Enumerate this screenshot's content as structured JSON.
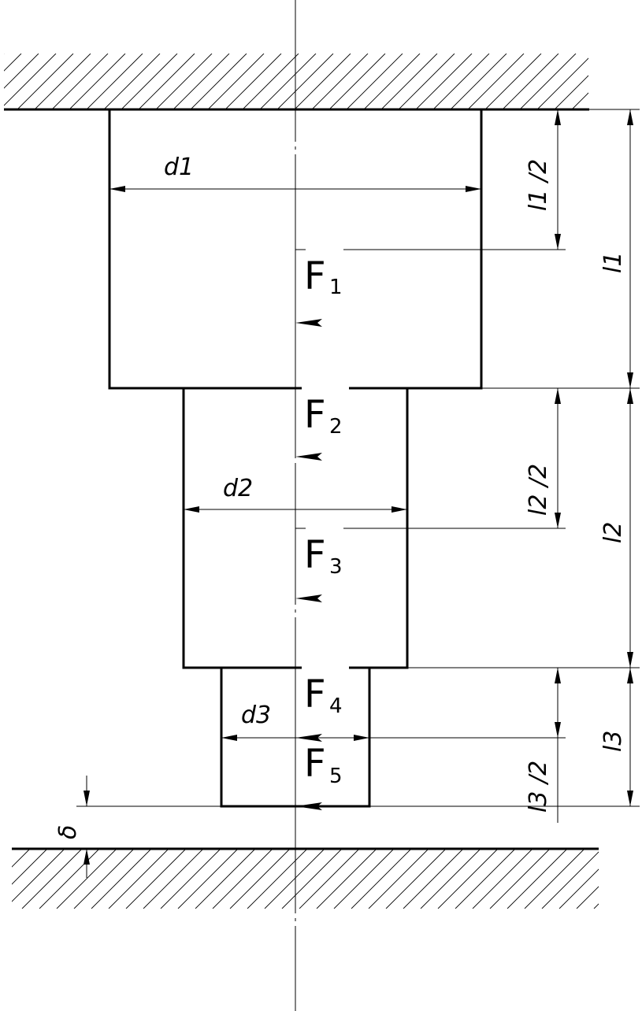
{
  "dimensions": {
    "d1": "d1",
    "d2": "d2",
    "d3": "d3",
    "l1_half": "l1 /2",
    "l1": "l1",
    "l2_half": "l2 /2",
    "l2": "l2",
    "l3_half": "l3 /2",
    "l3": "l3",
    "gap": "δ"
  },
  "forces": [
    {
      "letter": "F",
      "sub": "1"
    },
    {
      "letter": "F",
      "sub": "2"
    },
    {
      "letter": "F",
      "sub": "3"
    },
    {
      "letter": "F",
      "sub": "4"
    },
    {
      "letter": "F",
      "sub": "5"
    }
  ]
}
